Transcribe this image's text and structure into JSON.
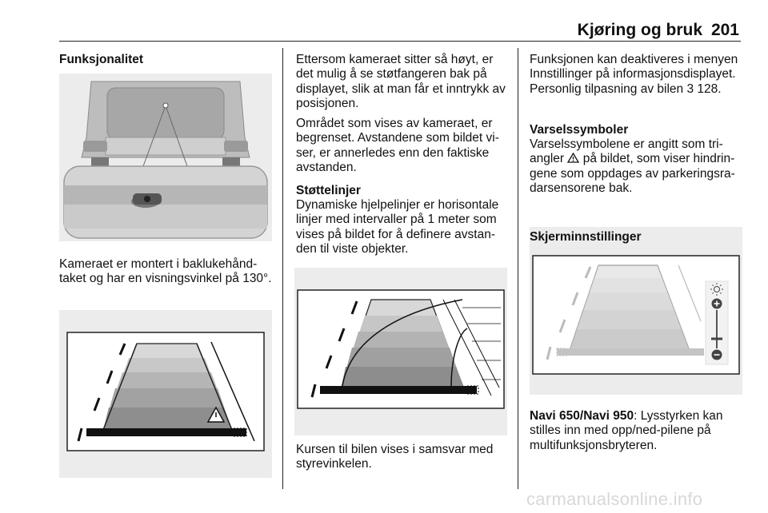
{
  "header": {
    "section_title": "Kjøring og bruk",
    "page_number": "201"
  },
  "col1": {
    "heading": "Funksjonalitet",
    "paragraph1": "Kameraet er montert i baklukehånd­taket og har en visningsvinkel på 130°."
  },
  "col2": {
    "paragraph1": "Ettersom kameraet sitter så høyt, er det mulig å se støtfangeren bak på displayet, slik at man får et inntrykk av posisjonen.",
    "paragraph2": "Området som vises av kameraet, er begrenset. Avstandene som bildet vi­ser, er annerledes enn den faktiske avstanden.",
    "guides_heading": "Støttelinjer",
    "guides_text": "Dynamiske hjelpelinjer er horisontale linjer med intervaller på 1 meter som vises på bildet for å definere avstan­den til viste objekter.",
    "paragraph3": "Kursen til bilen vises i samsvar med styrevinkelen."
  },
  "col3": {
    "paragraph1_before": "Funksjonen kan deaktiveres i me­nyen Innstillinger på informasjonsdis­playet. Personlig tilpasning av bilen ",
    "paragraph1_ref": "3 128.",
    "warn_heading": "Varselssymboler",
    "warn_text_before": "Varselssymbolene er angitt som tri­angler ",
    "warn_text_after": " på bildet, som viser hindrin­gene som oppdages av parkeringsra­darsensorene bak.",
    "screen_heading": "Skjerminnstillinger",
    "navi_label": "Navi 650/Navi 950",
    "navi_text": ": Lysstyrken kan stilles inn med opp/ned-pilene på multifunksjonsbryteren."
  },
  "footer": {
    "watermark": "carmanualsonline.info"
  }
}
